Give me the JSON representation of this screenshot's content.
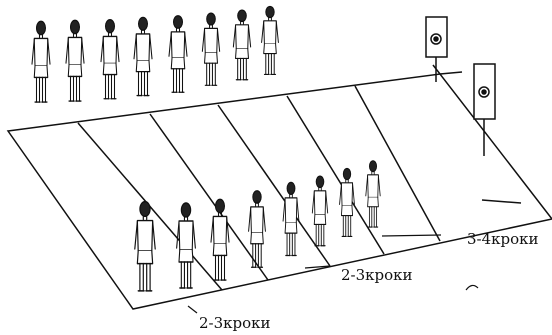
{
  "distance_labels": {
    "far": "3-4кроки",
    "middle": "2-3кроки",
    "near": "2-3кроки"
  },
  "colors": {
    "ink": "#111111",
    "paper": "#ffffff"
  },
  "targets": [
    "target-board",
    "target-board"
  ]
}
